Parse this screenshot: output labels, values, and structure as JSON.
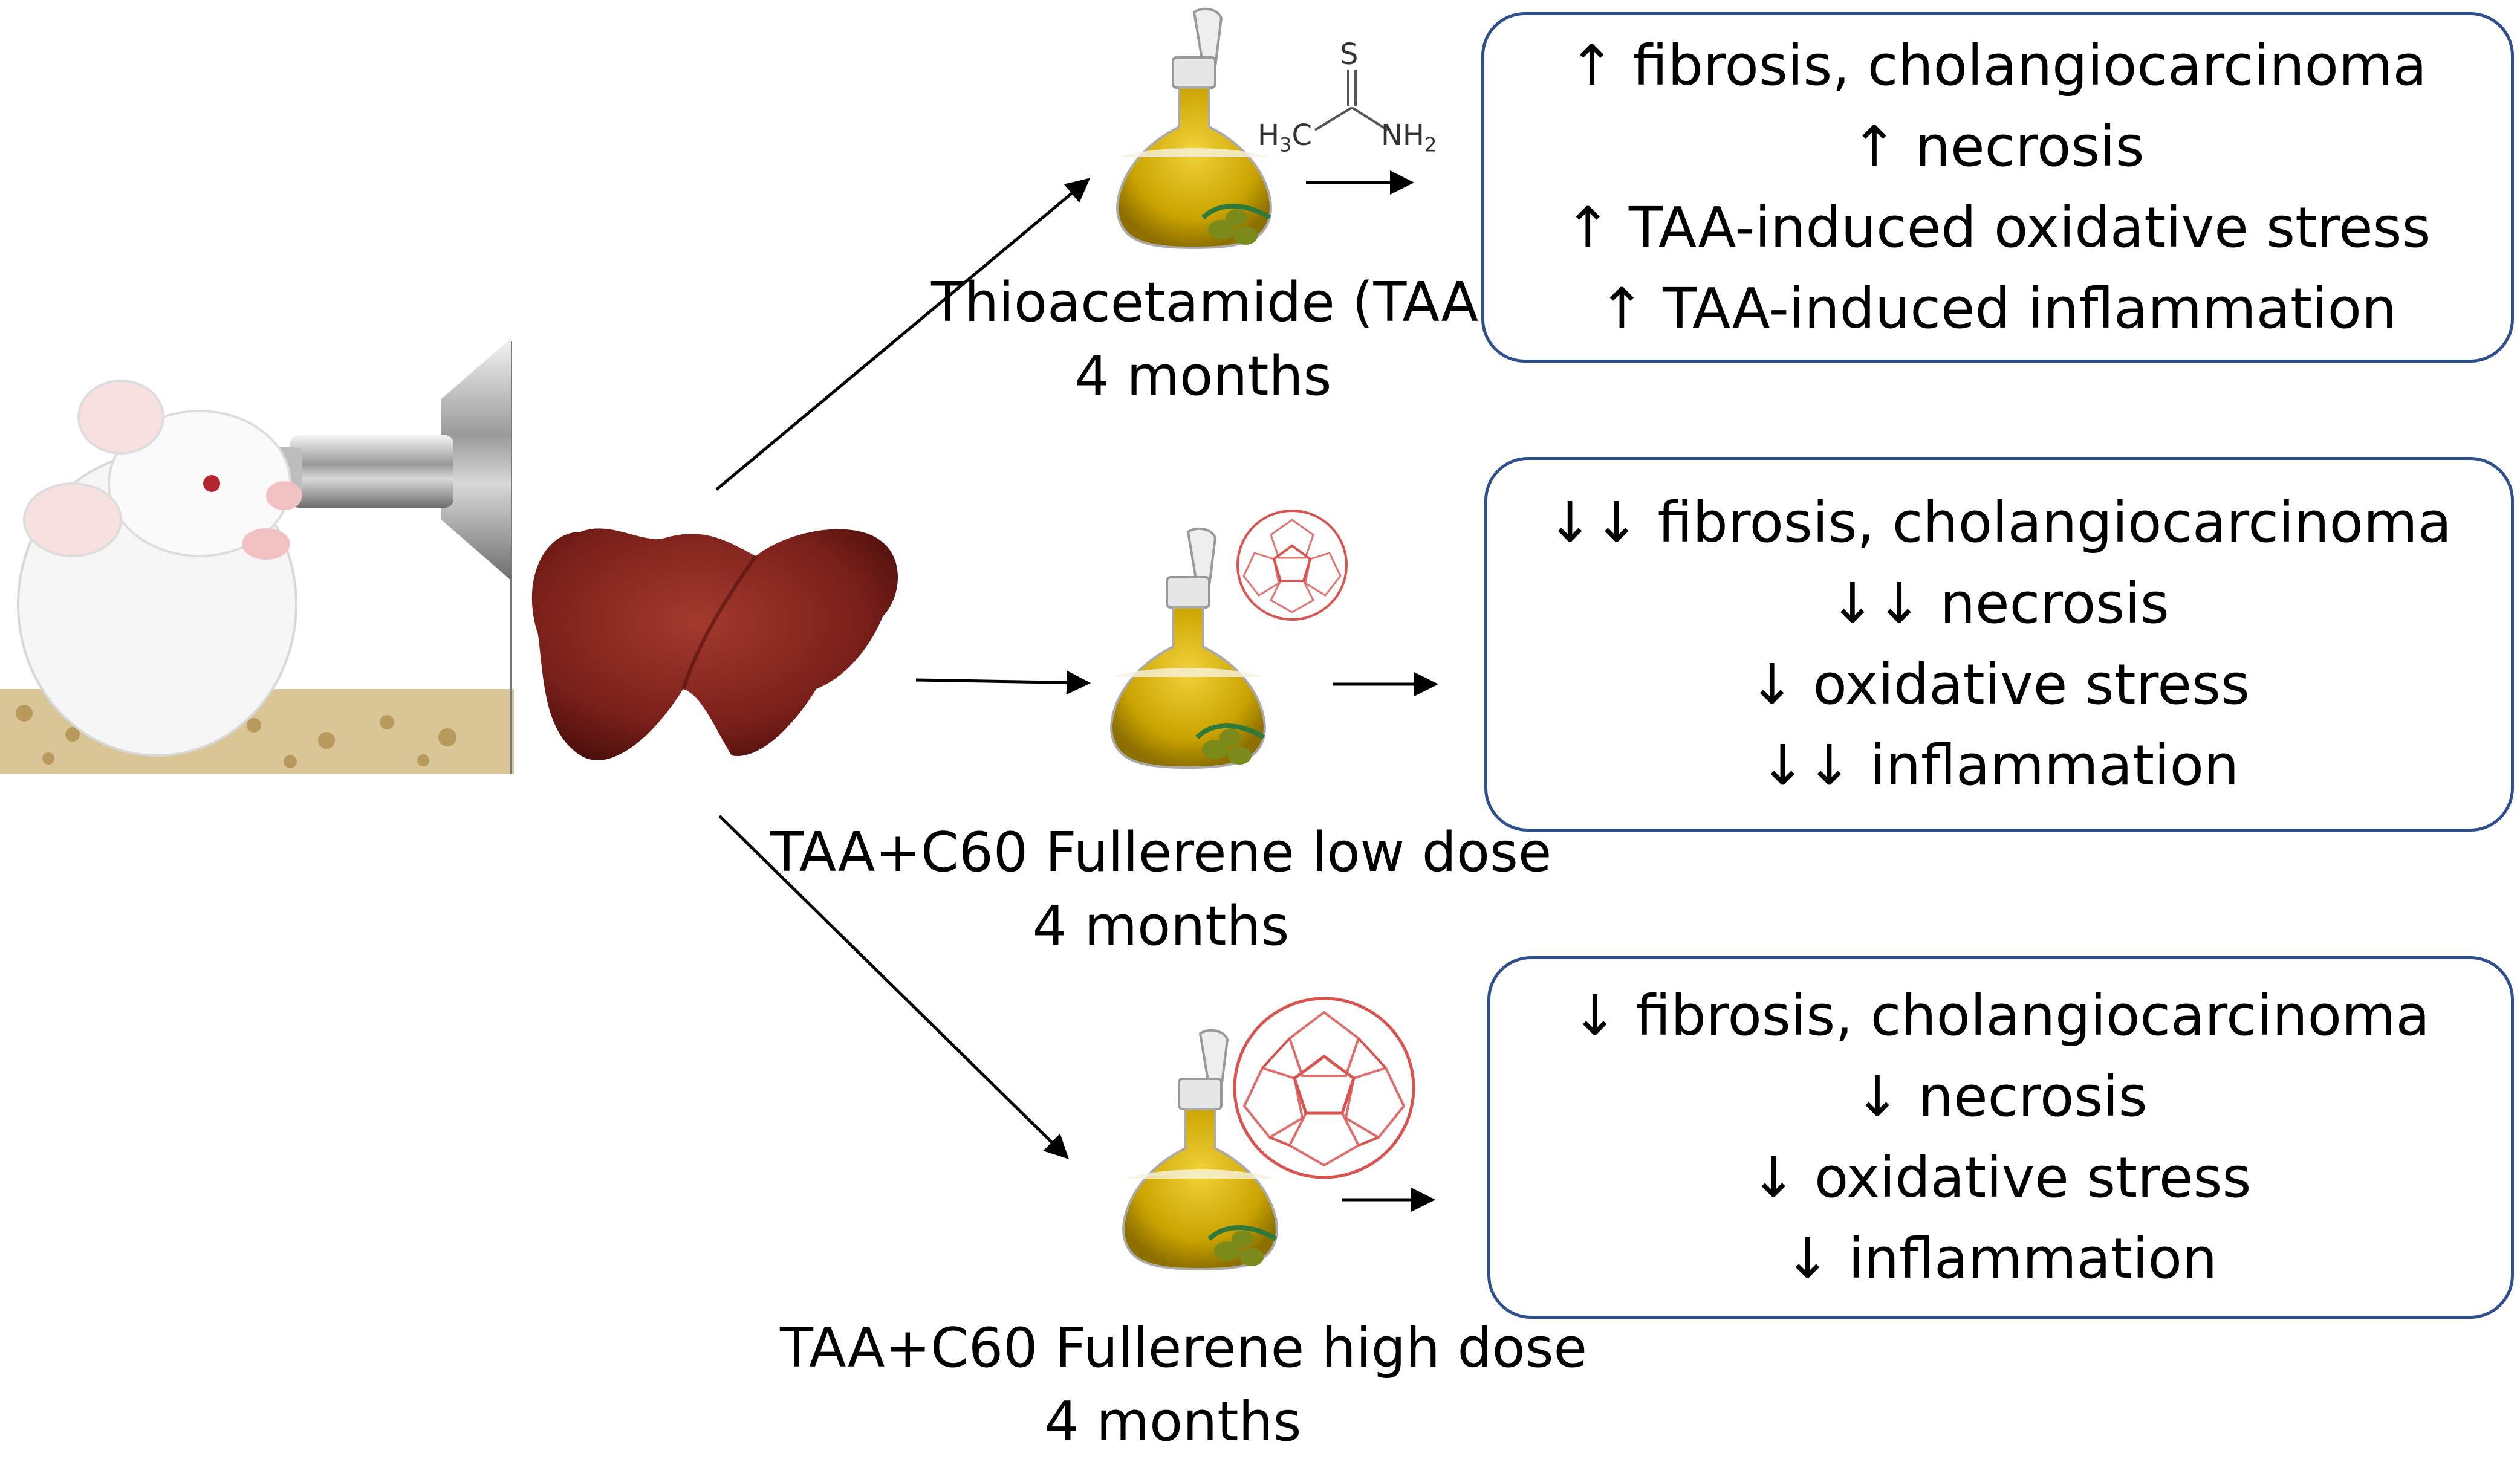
{
  "groups": [
    {
      "label_lines": [
        "Thioacetamide (TAA)",
        "4 months"
      ],
      "outcomes": [
        "↑ fibrosis, cholangiocarcinoma",
        "↑ necrosis",
        "↑ TAA-induced oxidative stress",
        "↑ TAA-induced inflammation"
      ]
    },
    {
      "label_lines": [
        "TAA+C60 Fullerene low dose",
        "4 months"
      ],
      "outcomes": [
        "↓↓ fibrosis, cholangiocarcinoma",
        "↓↓ necrosis",
        "↓ oxidative stress",
        "↓↓ inflammation"
      ]
    },
    {
      "label_lines": [
        "TAA+C60 Fullerene high dose",
        "4 months"
      ],
      "outcomes": [
        "↓ fibrosis, cholangiocarcinoma",
        "↓ necrosis",
        "↓ oxidative stress",
        "↓ inflammation"
      ]
    }
  ],
  "molecule": {
    "S": "S",
    "H3C": "H",
    "H3C_sub": "3",
    "H3C_tail": "C",
    "NH2": "NH",
    "NH2_sub": "2"
  },
  "colors": {
    "box_border": "#2f4f8f",
    "fullerene": "#d9534f",
    "oil": "#c9a300",
    "liver": "#7a1f1a"
  }
}
